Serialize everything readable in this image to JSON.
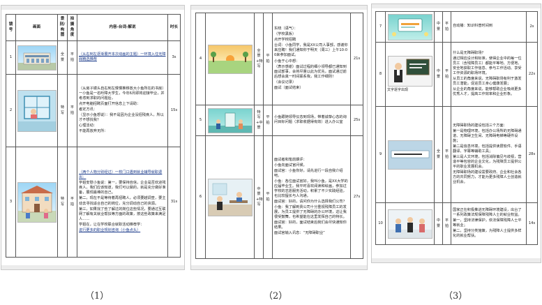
{
  "page1": {
    "headers": [
      "镜号",
      "画面",
      "景别/构图",
      "拍摄角度",
      "内容-台词-解说",
      "时长"
    ],
    "rows": [
      {
        "no": "1",
        "shot": "全景",
        "angle": "平拍",
        "time": "3s",
        "lines": [
          "（从右到左逐渐展开本次动画的主题）一环境入住无障碍精选推荐"
        ]
      },
      {
        "no": "2",
        "shot": "特写",
        "angle": "平拍",
        "time": "15s",
        "lines": [
          "（从房子镜头自右到左慢慢推移放大小鱼所在的书房）一小鱼是一名听障大学生，今年6月即将迎接毕业，并考虑到求职的问题后，",
          "点开电脑招聘页面打开信息上下请助：",
          "者定方讯：",
          "（显示小鱼想说）：我不是因为企业没招残疾人，所以才不想找我？",
          "心理活动：",
          "不能再放弃无所："
        ]
      },
      {
        "no": "3",
        "shot": "特写",
        "angle": "平拍",
        "time": "31s",
        "lines": [
          "（两个人物分别经过）一校门口遇到就业辅导就职退出：",
          "学姐安慰小鱼说：第一，要保持自信，企业是否欢迎残疾人，我们应该知道，我们可以做的，就是充分做好准备，展现最棒的自己。",
          "第二，现在不是等待着再招聘人，必须要越调查，要主动去寻找适合自己的岗位，充分调动自己的资源。",
          "第三，如果找了些了解过的岗位这些情况，要通过互联网了解有关就业帮扶等方面的政策，按这些政策来满足人……",
          "学姐在，让在学校联合就职活动推荐学：",
          "进行更多的职业规划咨询（小鱼点头）"
        ]
      }
    ]
  },
  "page2": {
    "rows": [
      {
        "no": "4",
        "shot": "全景+特写",
        "angle": "平拍",
        "time": "21s",
        "lines": [
          "东晓（语气）：",
          "（学校黑板）",
          "点开学校招聘",
          "台词：小鱼同学，我是XX公司人事部，感谢你来应聘！我们通知你于明天（周三）上午10:00来参加面试。",
          "小鱼于心中想：",
          "（表示感谢）面试过程的细小领导都已通知到面试部事，会将尽量以此为优先，面试通过前后想会真一时间联系我，我工作细则！",
          "（会议记录）",
          "面试（面试结束）"
        ]
      },
      {
        "no": "5",
        "shot": "特写+中景",
        "angle": "平拍",
        "time": "25s",
        "lines": [
          "小鱼跟随领导仪态到现场，带着诚挚心态的询问目标问题（求职收据得有效）进入办公室"
        ]
      },
      {
        "no": "6",
        "shot": "中景+特写",
        "angle": "平拍",
        "time": "27s",
        "lines": [
          "面试者和笔前期评：",
          "小鱼向面试官问候，",
          "面试官：小鱼你好，请先进行一段自我介绍吧。",
          "小鱼：各位面试官好，我叫小鱼，是XX大学的应届毕业生。我平时喜欢阅读和绘画，参加过学校的志愿服务活动，积累了不少实践经验，也比较擅长与人沟通。",
          "面试官：好的，请问你为什么选择我们公司？",
          "小鱼：我了解到贵公司十分重视残障员工的发展，为员工提供了无障碍的办公环境，这让我很受鼓舞，也希望能在这里发挥自己的特长。",
          "面试官：好的，面试结束后我们会尽快通知你结果。",
          "面试官输入讯息：“无障碍职业”"
        ]
      }
    ]
  },
  "page3": {
    "rows": [
      {
        "no": "7",
        "caption": "",
        "shot": "中景",
        "angle": "平拍",
        "time": "2s",
        "lines": [
          "自动播：知识科普时间到"
        ]
      },
      {
        "no": "8",
        "caption": "文字逐字出现",
        "shot": "中景",
        "angle": "平拍",
        "time": "22s",
        "lines": [
          "什么是无障碍职场？",
          "通过相应设计和标准，使得企业中的每一位员工（含残障员工）都能平等地、方便地、安全地获取工作信息、参与工作活动、享受工作资源的职场环境。",
          "从员工的角度来说，无障碍职场有利于激发员工潜能，促进员工身心健康发展；",
          "从企业的角度来说，能够帮助企业吸纳更多优秀人才，提高工作效率和企业形象。"
        ]
      },
      {
        "no": "9",
        "caption": "",
        "shot": "全景",
        "angle": "平拍",
        "time": "28s",
        "lines": [
          "无障碍职场的建设包括三个方面：",
          "第一是物理环境，包括办公场所的无障碍通道、无障碍卫生间、无障碍电梯等硬件设施；",
          "第二是信息环境，包括提供读屏软件、手语翻译、字幕等辅助工具；",
          "第三是人文环境，包括消除偏见与歧视，营造平等包容的企业文化，为残障员工提供公平的职业发展机会。",
          "无障碍职场的建设需要政府、企业和社会各方的共同努力，才能为更多残障人士创造就业机会。"
        ]
      },
      {
        "no": "10",
        "caption": "",
        "shot": "中景",
        "angle": "平拍",
        "time": "14s",
        "lines": [
          "国家正在积极推进无障碍环境建设，出台了一系列政策法规保障残障人士的就业权益。",
          "第一，坚持法律保护，依法保障残障人士平等就业；",
          "第二，坚持分类施策，为残障人士提供多样化的就业帮扶。"
        ]
      }
    ]
  },
  "captions": [
    "（1）",
    "（2）",
    "（3）"
  ],
  "colors": {
    "border": "#555555",
    "link": "#1a3a8a",
    "page_shadow": "#c9c9c9"
  }
}
